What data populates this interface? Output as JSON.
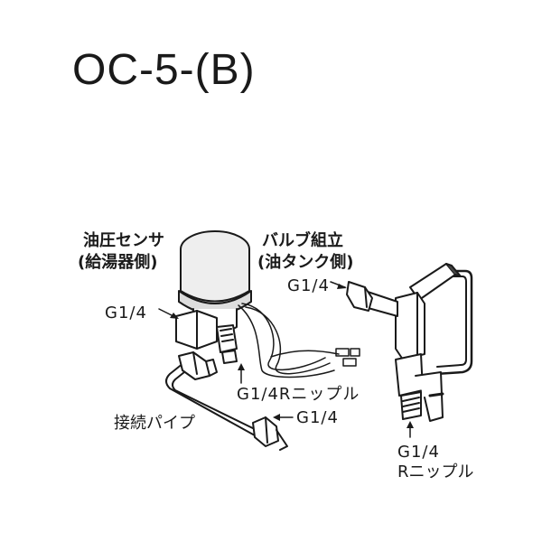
{
  "title": "OC-5-(B)",
  "labels": {
    "sensor_name": "油圧センサ",
    "sensor_sub": "(給湯器側)",
    "valve_name": "バルブ組立",
    "valve_sub": "(油タンク側)",
    "sensor_thread": "G1/4",
    "valve_thread": "G1/4",
    "nipple": "G1/4Rニップル",
    "pipe_name": "接続パイプ",
    "pipe_thread": "G1/4",
    "valve_nipple_top": "G1/4",
    "valve_nipple_bottom": "Rニップル"
  }
}
